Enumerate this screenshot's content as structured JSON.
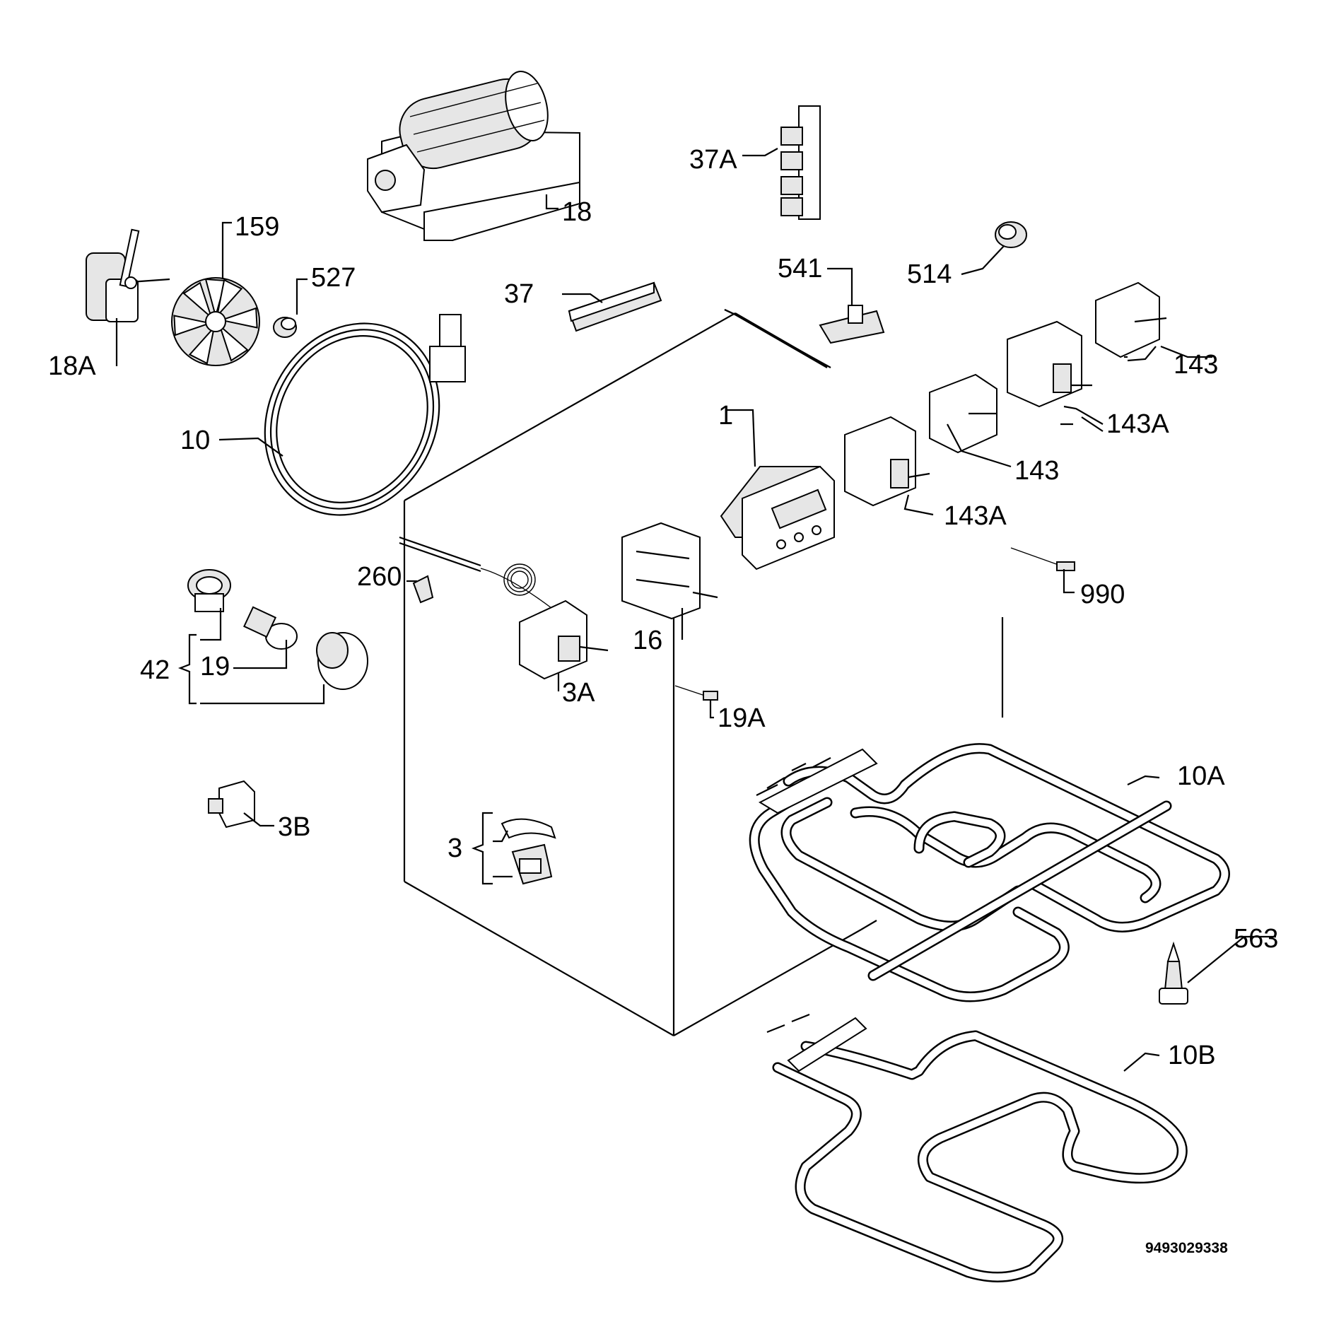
{
  "labels": {
    "p1": "1",
    "p3": "3",
    "p3A": "3A",
    "p3B": "3B",
    "p10": "10",
    "p10A": "10A",
    "p10B": "10B",
    "p16": "16",
    "p18": "18",
    "p18A": "18A",
    "p19": "19",
    "p19A": "19A",
    "p37": "37",
    "p37A": "37A",
    "p42": "42",
    "p143a": "143",
    "p143b": "143",
    "p143A_a": "143A",
    "p143A_b": "143A",
    "p159": "159",
    "p260": "260",
    "p514": "514",
    "p527": "527",
    "p541": "541",
    "p563": "563",
    "p990": "990"
  },
  "document_number": "9493029338"
}
